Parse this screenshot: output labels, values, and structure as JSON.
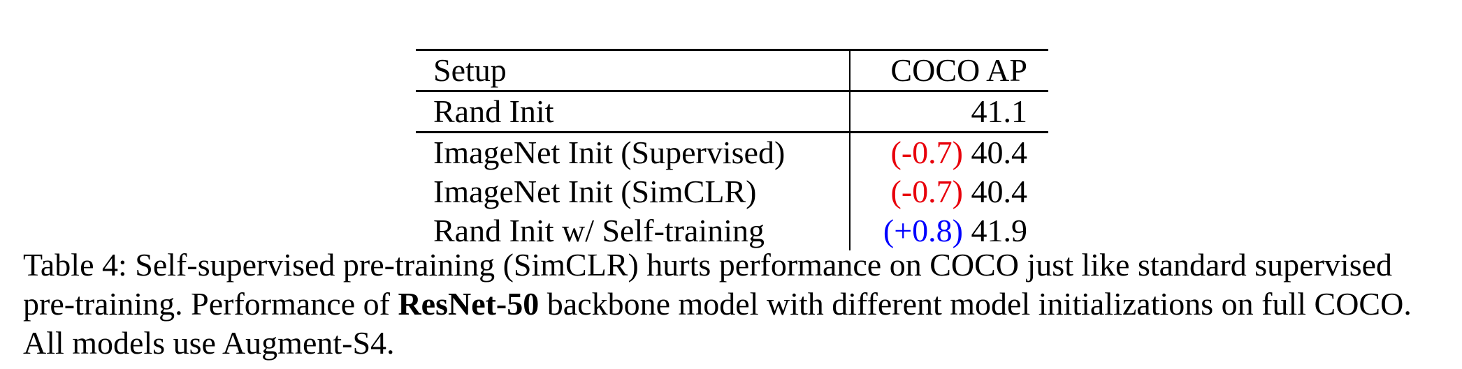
{
  "table": {
    "headers": [
      "Setup",
      "COCO AP"
    ],
    "rows": [
      {
        "setup": "Rand Init",
        "delta": "",
        "delta_color": "",
        "ap": "41.1"
      },
      {
        "setup": "ImageNet Init (Supervised)",
        "delta": "(-0.7)",
        "delta_color": "#e8000b",
        "ap": "40.4"
      },
      {
        "setup": "ImageNet Init (SimCLR)",
        "delta": "(-0.7)",
        "delta_color": "#e8000b",
        "ap": "40.4"
      },
      {
        "setup": "Rand Init w/ Self-training",
        "delta": "(+0.8)",
        "delta_color": "#0000ff",
        "ap": "41.9"
      }
    ]
  },
  "caption": {
    "part1": "Table 4: Self-supervised pre-training (SimCLR) hurts performance on COCO just like standard supervised pre-training. Performance of ",
    "bold": "ResNet-50",
    "part2": " backbone model with different model initializations on full COCO. All models use Augment-S4."
  }
}
